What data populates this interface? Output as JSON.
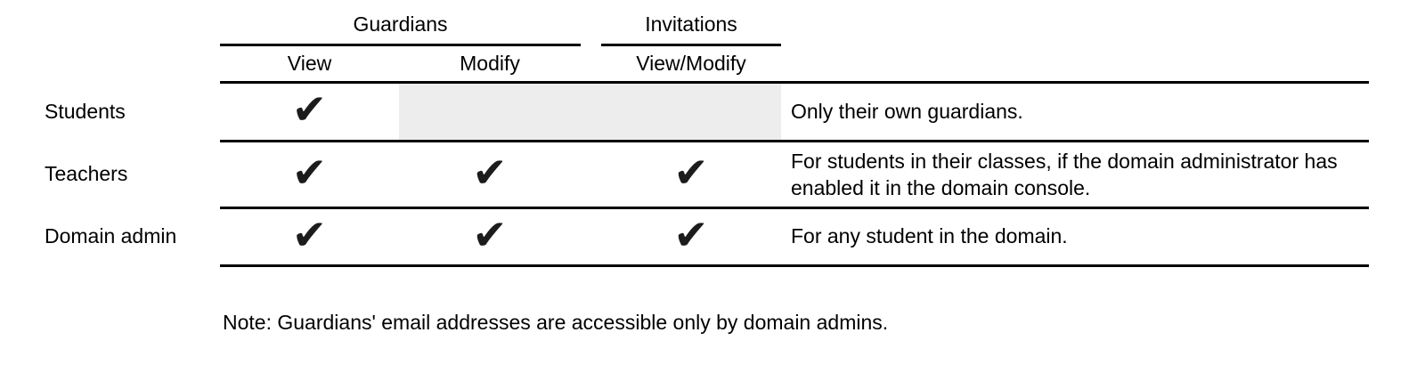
{
  "table": {
    "groups": [
      {
        "label": "Guardians"
      },
      {
        "label": "Invitations"
      }
    ],
    "columns": [
      {
        "label": "View"
      },
      {
        "label": "Modify"
      },
      {
        "label": "View/Modify"
      }
    ],
    "check_glyph": "✔",
    "rows": [
      {
        "label": "Students",
        "view": true,
        "modify": false,
        "view_modify": false,
        "note": "Only their own guardians."
      },
      {
        "label": "Teachers",
        "view": true,
        "modify": true,
        "view_modify": true,
        "note": "For students in their classes, if the domain administrator has enabled it in the domain console."
      },
      {
        "label": "Domain admin",
        "view": true,
        "modify": true,
        "view_modify": true,
        "note": "For any student in the domain."
      }
    ]
  },
  "footnote": "Note: Guardians' email addresses are accessible only by domain admins.",
  "colors": {
    "line": "#000000",
    "text": "#000000",
    "disabled_cell": "#ededed",
    "check": "#1c1c1c"
  }
}
